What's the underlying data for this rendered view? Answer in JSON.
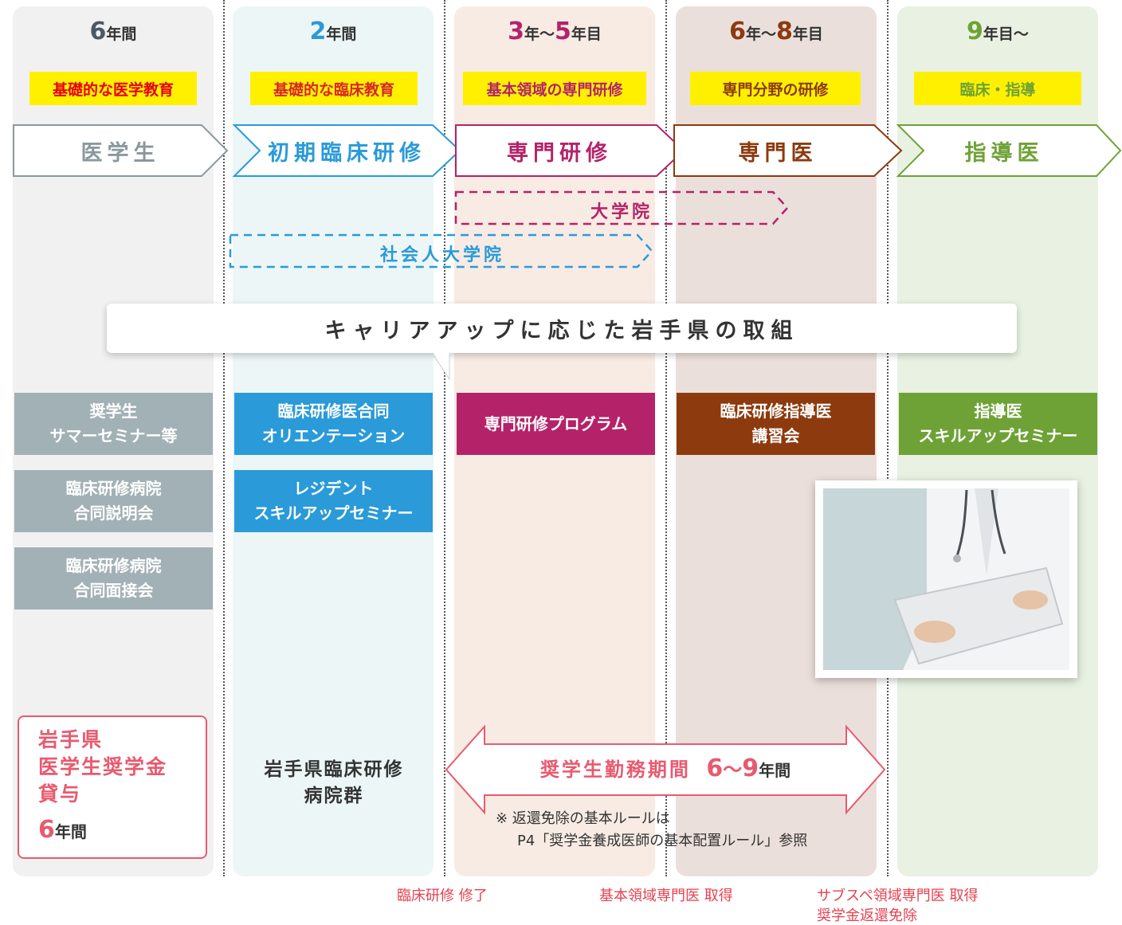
{
  "columns": [
    {
      "num": "6",
      "num_color": "#4a5a63",
      "unit": "年間",
      "tag": "基礎的な医学教育",
      "tag_color": "#e60012",
      "stage": "医学生",
      "stage_color": "#8a989e",
      "bg": "#f1f1f1"
    },
    {
      "num": "2",
      "num_color": "#2a9ad8",
      "unit": "年間",
      "tag": "基礎的な臨床教育",
      "tag_color": "#d7262a",
      "stage": "初期臨床研修",
      "stage_color": "#2a9ad8",
      "bg": "#ecf6f6"
    },
    {
      "num": "3",
      "num_color": "#b42369",
      "unit": "年～",
      "num2": "5",
      "unit2": "年目",
      "tag": "基本領域の専門研修",
      "tag_color": "#b42369",
      "stage": "専門研修",
      "stage_color": "#b42369",
      "bg": "#f7ebe3"
    },
    {
      "num": "6",
      "num_color": "#8c3a0e",
      "unit": "年～",
      "num2": "8",
      "unit2": "年目",
      "tag": "専門分野の研修",
      "tag_color": "#8c3a0e",
      "stage": "専門医",
      "stage_color": "#8c3a0e",
      "bg": "#ebdfdb"
    },
    {
      "num": "9",
      "num_color": "#6ea236",
      "unit": "年目～",
      "tag": "臨床・指導",
      "tag_color": "#6ea236",
      "stage": "指導医",
      "stage_color": "#6ea236",
      "bg": "#e8f1e2"
    }
  ],
  "grad_school": {
    "label": "大学院",
    "color": "#b42369"
  },
  "working_grad_school": {
    "label": "社会人大学院",
    "color": "#2a9ad8"
  },
  "banner": {
    "title": "キャリアアップに応じた岩手県の取組"
  },
  "programs": {
    "col1": [
      [
        "奨学生",
        "サマーセミナー等"
      ],
      [
        "臨床研修病院",
        "合同説明会"
      ],
      [
        "臨床研修病院",
        "合同面接会"
      ]
    ],
    "col2": [
      [
        "臨床研修医合同",
        "オリエンテーション"
      ],
      [
        "レジデント",
        "スキルアップセミナー"
      ]
    ],
    "col3": [
      [
        "専門研修プログラム"
      ]
    ],
    "col4": [
      [
        "臨床研修指導医",
        "講習会"
      ]
    ],
    "col5": [
      [
        "指導医",
        "スキルアップセミナー"
      ]
    ]
  },
  "scholarship": {
    "line1": "岩手県",
    "line2": "医学生奨学金",
    "line3": "貸与",
    "years_num": "6",
    "years_unit": "年間",
    "color": "#e85a6f"
  },
  "hospital_group": {
    "line1": "岩手県臨床研修",
    "line2": "病院群"
  },
  "service_period": {
    "label": "奨学生勤務期間",
    "num1": "6",
    "sep": "～",
    "num2": "9",
    "unit": "年間",
    "color": "#e85a6f"
  },
  "note": {
    "line1": "※ 返還免除の基本ルールは",
    "line2": "P4「奨学金養成医師の基本配置ルール」参照"
  },
  "milestones": {
    "m1": "臨床研修 修了",
    "m2": "基本領域専門医 取得",
    "m3a": "サブスペ領域専門医 取得",
    "m3b": "奨学金返還免除"
  }
}
